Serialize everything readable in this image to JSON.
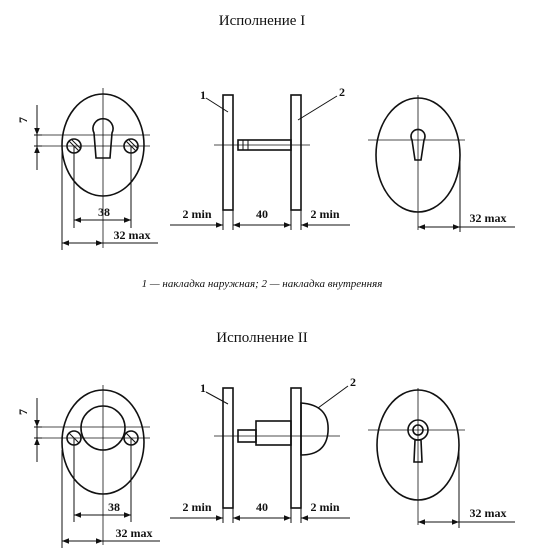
{
  "variant_1": {
    "heading": "Исполнение I",
    "callout_outer": "1",
    "callout_inner": "2",
    "dim_height": "7",
    "dim_holes": "38",
    "dim_front_max": "32 max",
    "dim_left_gap": "2 min",
    "dim_distance": "40",
    "dim_right_gap": "2 min",
    "dim_back_max": "32 max"
  },
  "caption": "1 — накладка наружная; 2 — накладка внутренняя",
  "variant_2": {
    "heading": "Исполнение II",
    "callout_outer": "1",
    "callout_inner": "2",
    "dim_height": "7",
    "dim_holes": "38",
    "dim_front_max": "32 max",
    "dim_left_gap": "2 min",
    "dim_distance": "40",
    "dim_right_gap": "2 min",
    "dim_back_max": "32 max"
  }
}
